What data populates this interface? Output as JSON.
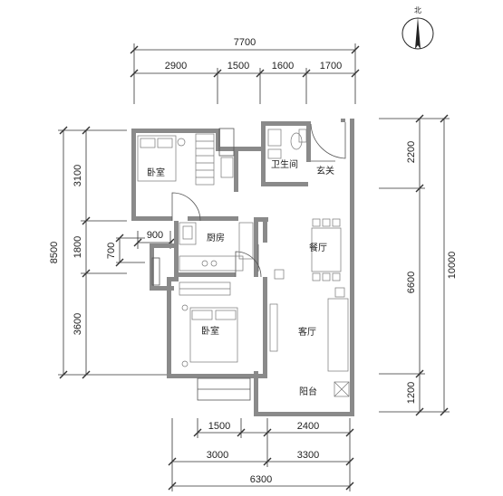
{
  "north_label": "北",
  "dimensions": {
    "top_total": "7700",
    "top_segments": [
      "2900",
      "1500",
      "1600",
      "1700"
    ],
    "left_total": "8500",
    "left_segments": [
      "3100",
      "1800",
      "3600"
    ],
    "left_small": "700",
    "window_width": "900",
    "right_total": "10000",
    "right_segments": [
      "2200",
      "6600",
      "1200"
    ],
    "bottom_row1": [
      "1500",
      "2400"
    ],
    "bottom_row2": [
      "3000",
      "3300"
    ],
    "bottom_total": "6300"
  },
  "rooms": {
    "bedroom_top": "卧室",
    "bathroom": "卫生间",
    "entrance": "玄关",
    "kitchen": "厨房",
    "dining": "餐厅",
    "bedroom_bottom": "卧室",
    "living": "客厅",
    "balcony": "阳台"
  }
}
